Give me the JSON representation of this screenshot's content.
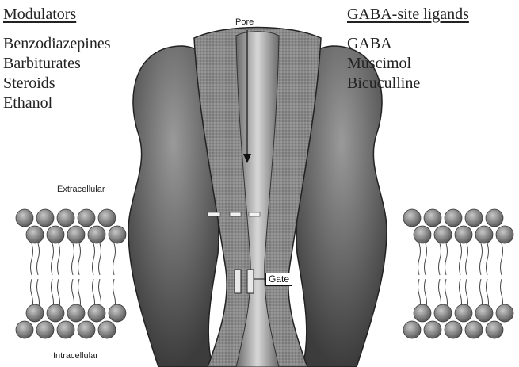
{
  "modulators": {
    "heading": "Modulators",
    "items": [
      "Benzodiazepines",
      "Barbiturates",
      "Steroids",
      "Ethanol"
    ]
  },
  "gaba_site_ligands": {
    "heading": "GABA-site ligands",
    "items": [
      "GABA",
      "Muscimol",
      "Bicuculline"
    ]
  },
  "labels": {
    "pore": "Pore",
    "extracellular": "Extracellular",
    "intracellular": "Intracellular",
    "gate": "Gate"
  }
}
